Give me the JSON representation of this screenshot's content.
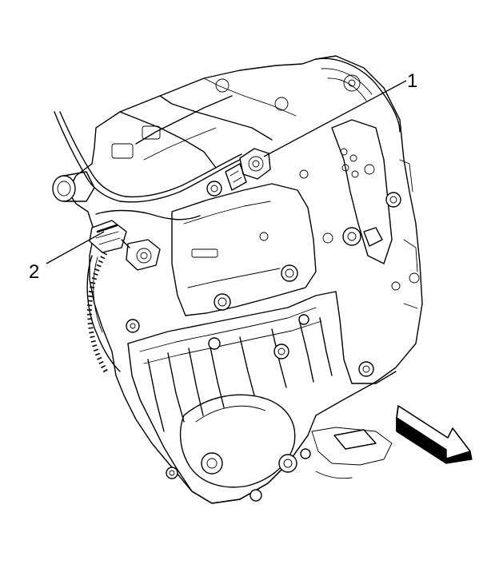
{
  "callouts": [
    {
      "id": "1",
      "label": "1"
    },
    {
      "id": "2",
      "label": "2"
    }
  ],
  "colors": {
    "line": "#000000",
    "background": "#ffffff"
  },
  "icons": {
    "direction": "front-direction-arrow-icon"
  }
}
